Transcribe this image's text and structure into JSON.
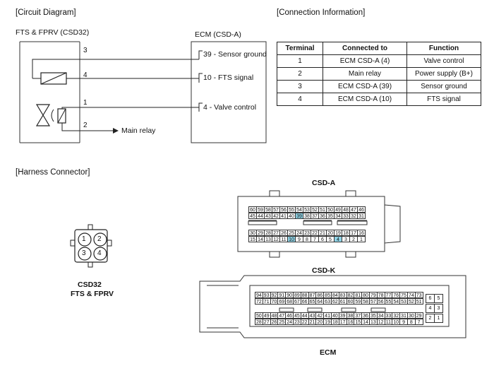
{
  "circuit": {
    "heading": "[Circuit Diagram]",
    "component_label": "FTS & FPRV (CSD32)",
    "ecm_label": "ECM (CSD-A)",
    "wire_numbers": [
      "3",
      "4",
      "1",
      "2"
    ],
    "ecm_pins": [
      "39 - Sensor ground",
      "10 - FTS signal",
      "4 - Valve control"
    ],
    "main_relay": "Main relay"
  },
  "connection": {
    "heading": "[Connection Information]",
    "headers": [
      "Terminal",
      "Connected to",
      "Function"
    ],
    "rows": [
      [
        "1",
        "ECM CSD-A (4)",
        "Valve control"
      ],
      [
        "2",
        "Main relay",
        "Power supply (B+)"
      ],
      [
        "3",
        "ECM CSD-A (39)",
        "Sensor ground"
      ],
      [
        "4",
        "ECM CSD-A (10)",
        "FTS signal"
      ]
    ]
  },
  "harness": {
    "heading": "[Harness Connector]",
    "csd32_pins": [
      "1",
      "2",
      "3",
      "4"
    ],
    "csd32_caption_1": "CSD32",
    "csd32_caption_2": "FTS & FPRV",
    "csd_a_title": "CSD-A",
    "csd_a_rows": [
      [
        "60",
        "59",
        "58",
        "57",
        "56",
        "55",
        "54",
        "53",
        "52",
        "51",
        "50",
        "49",
        "48",
        "47",
        "46"
      ],
      [
        "45",
        "44",
        "43",
        "42",
        "41",
        "40",
        "39",
        "38",
        "37",
        "36",
        "35",
        "34",
        "33",
        "32",
        "31"
      ],
      [
        "30",
        "29",
        "28",
        "27",
        "26",
        "25",
        "24",
        "23",
        "22",
        "21",
        "20",
        "19",
        "18",
        "17",
        "16"
      ],
      [
        "15",
        "14",
        "13",
        "12",
        "11",
        "10",
        "9",
        "8",
        "7",
        "6",
        "5",
        "4",
        "3",
        "2",
        "1"
      ]
    ],
    "csd_a_highlight": [
      "39",
      "10",
      "4"
    ],
    "csd_k_title": "CSD-K",
    "csd_k_rows": [
      [
        "94",
        "93",
        "92",
        "91",
        "90",
        "89",
        "88",
        "87",
        "86",
        "85",
        "84",
        "83",
        "82",
        "81",
        "80",
        "79",
        "78",
        "77",
        "76",
        "75",
        "74",
        "73"
      ],
      [
        "72",
        "71",
        "70",
        "69",
        "68",
        "67",
        "66",
        "65",
        "64",
        "63",
        "62",
        "61",
        "60",
        "59",
        "58",
        "57",
        "56",
        "55",
        "54",
        "53",
        "52",
        "51"
      ],
      [
        "50",
        "49",
        "48",
        "47",
        "46",
        "45",
        "44",
        "43",
        "42",
        "41",
        "40",
        "39",
        "38",
        "37",
        "36",
        "35",
        "34",
        "33",
        "32",
        "31",
        "30",
        "29"
      ],
      [
        "28",
        "27",
        "26",
        "25",
        "24",
        "23",
        "22",
        "21",
        "20",
        "19",
        "18",
        "17",
        "16",
        "15",
        "14",
        "13",
        "12",
        "11",
        "10",
        "9",
        "8",
        "7"
      ]
    ],
    "csd_k_side": [
      [
        "6",
        "5"
      ],
      [
        "4",
        "3"
      ],
      [
        "2",
        "1"
      ]
    ],
    "ecm_caption": "ECM"
  }
}
